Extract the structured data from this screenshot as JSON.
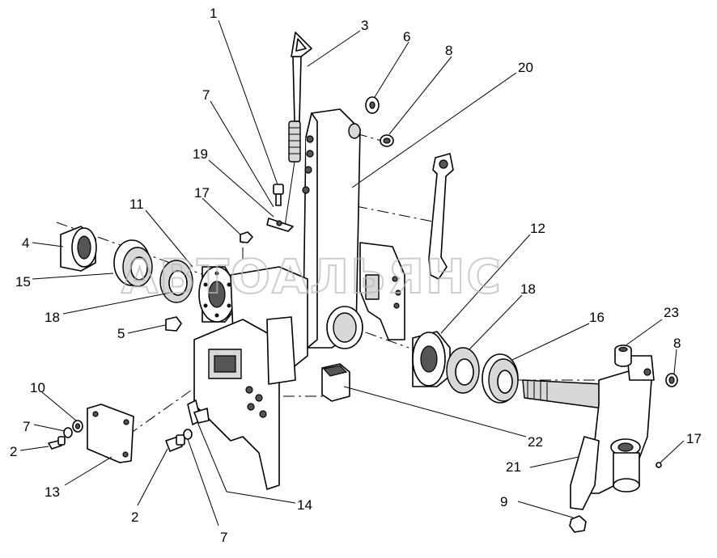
{
  "watermark": "АВТОАЛЬЯНС",
  "callouts": [
    {
      "id": "c1",
      "label": "1"
    },
    {
      "id": "c3",
      "label": "3"
    },
    {
      "id": "c6",
      "label": "6"
    },
    {
      "id": "c8a",
      "label": "8"
    },
    {
      "id": "c20",
      "label": "20"
    },
    {
      "id": "c7a",
      "label": "7"
    },
    {
      "id": "c19",
      "label": "19"
    },
    {
      "id": "c17a",
      "label": "17"
    },
    {
      "id": "c11",
      "label": "11"
    },
    {
      "id": "c4",
      "label": "4"
    },
    {
      "id": "c15",
      "label": "15"
    },
    {
      "id": "c18a",
      "label": "18"
    },
    {
      "id": "c5",
      "label": "5"
    },
    {
      "id": "c12",
      "label": "12"
    },
    {
      "id": "c18b",
      "label": "18"
    },
    {
      "id": "c16",
      "label": "16"
    },
    {
      "id": "c23",
      "label": "23"
    },
    {
      "id": "c8b",
      "label": "8"
    },
    {
      "id": "c10",
      "label": "10"
    },
    {
      "id": "c7b",
      "label": "7"
    },
    {
      "id": "c2a",
      "label": "2"
    },
    {
      "id": "c13",
      "label": "13"
    },
    {
      "id": "c2b",
      "label": "2"
    },
    {
      "id": "c14",
      "label": "14"
    },
    {
      "id": "c7c",
      "label": "7"
    },
    {
      "id": "c22",
      "label": "22"
    },
    {
      "id": "c17b",
      "label": "17"
    },
    {
      "id": "c21",
      "label": "21"
    },
    {
      "id": "c9",
      "label": "9"
    }
  ]
}
